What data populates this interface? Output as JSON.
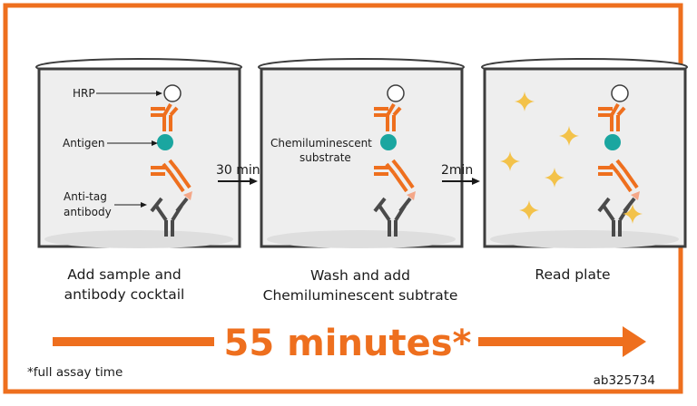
{
  "colors": {
    "border": "#ee6f1e",
    "antibody_orange": "#ee6f1e",
    "antibody_gray": "#4a4a4a",
    "antigen_teal": "#1aa6a0",
    "well_fill": "#eeeeee",
    "well_stroke": "#3d3d3d",
    "sparkle": "#f3c24a"
  },
  "labels": {
    "hrp": "HRP",
    "antigen": "Antigen",
    "anti_tag_1": "Anti-tag",
    "anti_tag_2": "antibody",
    "chemi_1": "Chemiluminescent",
    "chemi_2": "substrate"
  },
  "steps": [
    {
      "caption_1": "Add sample and",
      "caption_2": "antibody cocktail"
    },
    {
      "caption_1": "Wash and add",
      "caption_2": "Chemiluminescent subtrate"
    },
    {
      "caption_1": "Read plate",
      "caption_2": ""
    }
  ],
  "transitions": [
    "30 min",
    "2min"
  ],
  "total_time": "55 minutes*",
  "footnote": "*full assay time",
  "product_code": "ab325734"
}
